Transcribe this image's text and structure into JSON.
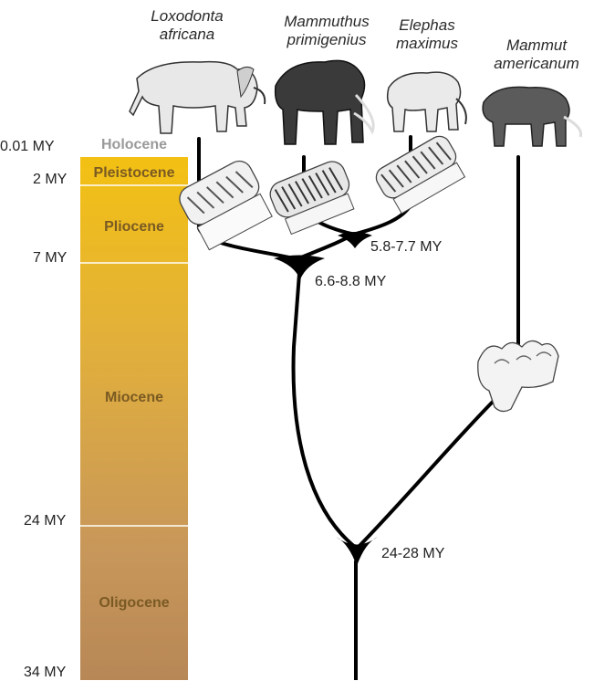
{
  "species": [
    {
      "id": "loxodonta",
      "line1": "Loxodonta",
      "line2": "africana"
    },
    {
      "id": "mammuthus",
      "line1": "Mammuthus",
      "line2": "primigenius"
    },
    {
      "id": "elephas",
      "line1": "Elephas",
      "line2": "maximus"
    },
    {
      "id": "mammut",
      "line1": "Mammut",
      "line2": "americanum"
    }
  ],
  "timescale": {
    "ticks": [
      "0.01 MY",
      "2 MY",
      "7 MY",
      "24 MY",
      "34 MY"
    ],
    "epochs": [
      "Holocene",
      "Pleistocene",
      "Pliocene",
      "Miocene",
      "Oligocene"
    ]
  },
  "divergences": [
    "5.8-7.7 MY",
    "6.6-8.8 MY",
    "24-28 MY"
  ],
  "colors": {
    "holocene": "#ffffff",
    "pleistocene_top": "#f3c020",
    "oligocene": "#b88a56",
    "epoch_text": "#7a5a23",
    "holocene_text": "#9a9a9a",
    "branch": "#000000"
  }
}
